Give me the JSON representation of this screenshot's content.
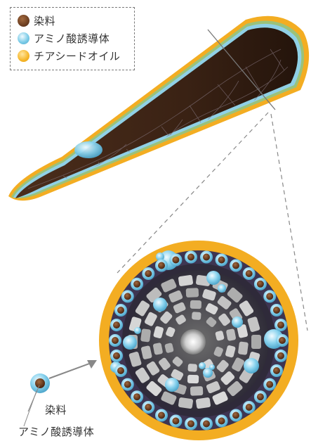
{
  "legend": {
    "items": [
      {
        "label": "染料",
        "color": "#6b3a1f",
        "icon": "dye-dot-icon"
      },
      {
        "label": "アミノ酸誘導体",
        "color": "#7ccce8",
        "icon": "amino-acid-dot-icon"
      },
      {
        "label": "チアシードオイル",
        "color": "#f6b628",
        "icon": "chia-seed-oil-dot-icon"
      }
    ]
  },
  "callout": {
    "dye_label": "染料",
    "amino_label": "アミノ酸誘導体"
  },
  "colors": {
    "hair_dark": "#2c1a10",
    "hair_mid": "#4a2c1a",
    "cuticle_green": "#9bc27a",
    "oil_orange": "#f3ad22",
    "amino_blue": "#7ccce8",
    "cortex_purple": "#3e3552",
    "cell_gray": "#bcbcbc"
  }
}
